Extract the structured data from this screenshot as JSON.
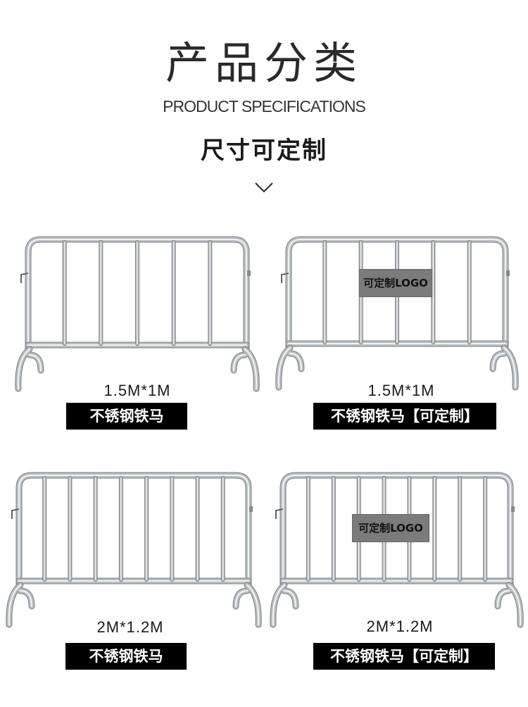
{
  "header": {
    "title_cn": "产品分类",
    "title_en": "PRODUCT SPECIFICATIONS",
    "subtitle": "尺寸可定制"
  },
  "products": [
    {
      "size": "1.5M*1M",
      "name": "不锈钢铁马",
      "logo_plate": ""
    },
    {
      "size": "1.5M*1M",
      "name": "不锈钢铁马【可定制】",
      "logo_plate": "可定制LOGO"
    },
    {
      "size": "2M*1.2M",
      "name": "不锈钢铁马",
      "logo_plate": ""
    },
    {
      "size": "2M*1.2M",
      "name": "不锈钢铁马【可定制】",
      "logo_plate": "可定制LOGO"
    }
  ],
  "colors": {
    "metal": "#b8bbbe",
    "metal_dark": "#7d8084",
    "label_bg": "#000000",
    "plate_bg": "#7b7b7b"
  }
}
